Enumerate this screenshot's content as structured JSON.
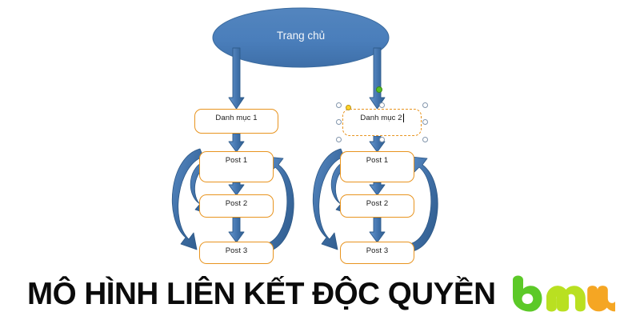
{
  "diagram": {
    "root": {
      "label": "Trang chủ",
      "shape": "ellipse",
      "fill": "#4A7EBB",
      "text_color": "#F2F6FA"
    },
    "categories": [
      {
        "id": "cat-1",
        "label": "Danh mục  1",
        "selected": false
      },
      {
        "id": "cat-2",
        "label": "Danh mục  2",
        "selected": true,
        "editing": true
      }
    ],
    "clusters": [
      {
        "id": "cluster-left",
        "parent": "Danh mục  1",
        "posts": [
          "Post 1",
          "Post 2",
          "Post 3"
        ]
      },
      {
        "id": "cluster-right",
        "parent": "Danh mục  2",
        "posts": [
          "Post 1",
          "Post 2",
          "Post 3"
        ]
      }
    ],
    "colors": {
      "box_border": "#E8941F",
      "box_fill": "#FFFFFF",
      "arrow_fill": "#4A7EBB",
      "arrow_stroke": "#2E5B8C",
      "curve_fill": "#3B6EA5",
      "handle_fill": "#FFFFFF",
      "handle_stroke": "#8396AC",
      "adjust_handle": "#FFD32A",
      "rotate_handle": "#56C023"
    }
  },
  "caption": {
    "text": "MÔ HÌNH LIÊN KẾT ĐỘC QUYỀN",
    "color": "#0B0B0B"
  },
  "brand": {
    "name": "bmw",
    "letters": [
      {
        "glyph": "b",
        "color": "#5CC928"
      },
      {
        "glyph": "m",
        "color": "#B9E021"
      },
      {
        "glyph": "w",
        "color": "#F5A623"
      }
    ]
  }
}
